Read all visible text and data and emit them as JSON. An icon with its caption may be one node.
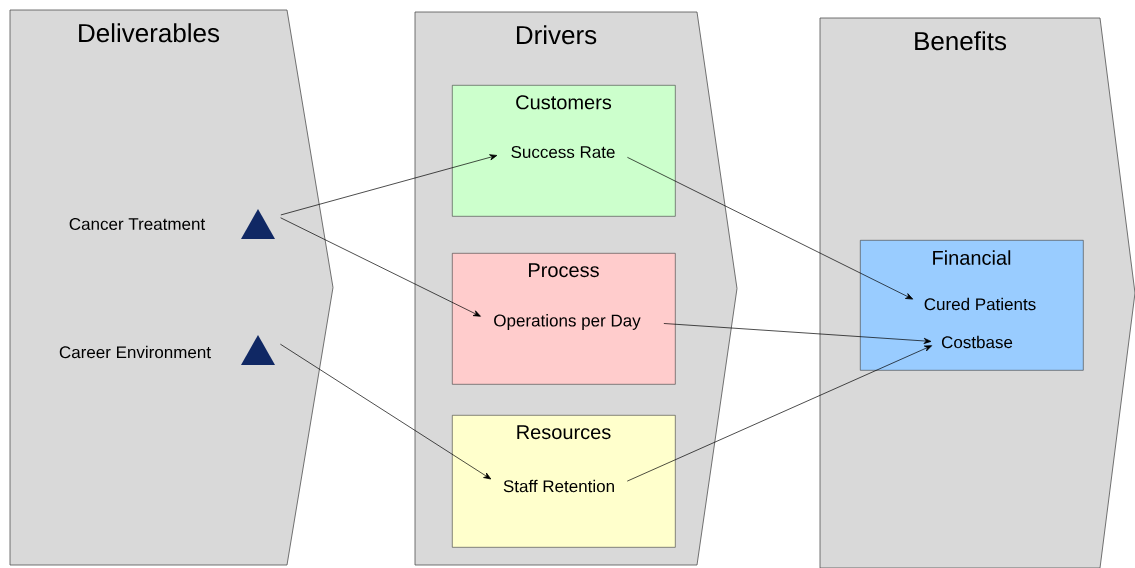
{
  "diagram": {
    "nodes": [
      {
        "text": [
          "Deliverables"
        ]
      },
      {
        "text": [
          "Cancer Treatment"
        ],
        "in": 0
      },
      {
        "text": [
          "Career Environment"
        ],
        "in": 0
      },
      {
        "text": [
          "Drivers"
        ]
      },
      {
        "text": [
          "Customers"
        ],
        "in": 3
      },
      {
        "text": [
          "Success Rate"
        ],
        "in": 4
      },
      {
        "text": [
          "Process"
        ],
        "in": 3
      },
      {
        "text": [
          "Operations per Day"
        ],
        "in": 6
      },
      {
        "text": [
          "Resources"
        ],
        "in": 3
      },
      {
        "text": [
          "Staff Retention"
        ],
        "in": 8
      },
      {
        "text": [
          "Benefits"
        ]
      },
      {
        "text": [
          "Financial"
        ],
        "in": 10
      },
      {
        "text": [
          "Cured Patients"
        ],
        "in": 11
      },
      {
        "text": [
          "Costbase"
        ],
        "in": 11
      }
    ],
    "edges": [
      {
        "from": 1,
        "to": 5,
        "arrow": "to"
      },
      {
        "from": 1,
        "to": 7,
        "arrow": "to"
      },
      {
        "from": 2,
        "to": 9,
        "arrow": "to"
      },
      {
        "from": 5,
        "to": 12,
        "arrow": "to"
      },
      {
        "from": 7,
        "to": 13,
        "arrow": "to"
      },
      {
        "from": 9,
        "to": 13,
        "arrow": "to"
      }
    ]
  }
}
